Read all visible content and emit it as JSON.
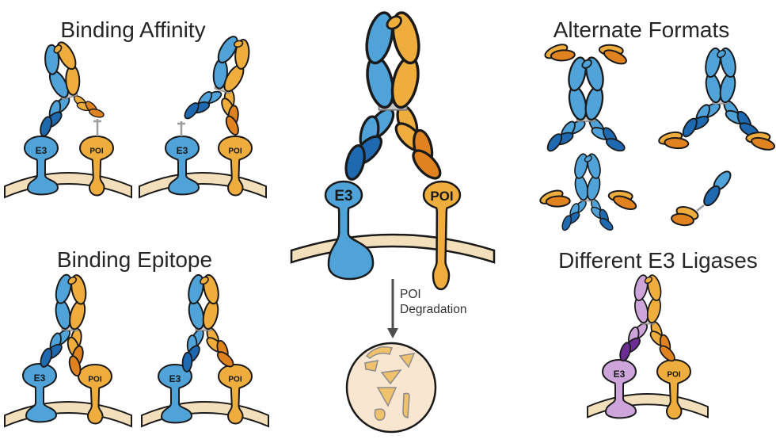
{
  "figure": {
    "panels": {
      "binding_affinity": {
        "title": "Binding Affinity"
      },
      "binding_epitope": {
        "title": "Binding Epitope"
      },
      "alternate_formats": {
        "title": "Alternate Formats"
      },
      "different_e3_ligases": {
        "title": "Different E3 Ligases"
      }
    },
    "labels": {
      "e3": "E3",
      "poi": "POI"
    },
    "center": {
      "arrow_line1": "POI",
      "arrow_line2": "Degradation"
    }
  },
  "colors": {
    "blue": "#4FA3D8",
    "blue-dark": "#1E69B0",
    "orange": "#EFAD3E",
    "orange-dark": "#E08220",
    "purple": "#CDA5DA",
    "purple-dark": "#6C2D93",
    "membrane": "#F4DFBC",
    "lysosome": "#F8E6D0",
    "fragment": "#F0C26C",
    "fragment-outline": "#8C8C8C",
    "outline": "#1A1A1A",
    "linker": "#9C9C9C",
    "hinge": "#C8C8C8",
    "title-text": "#262626",
    "label-text": "#17181A",
    "arrow": "#4D4D4D"
  }
}
